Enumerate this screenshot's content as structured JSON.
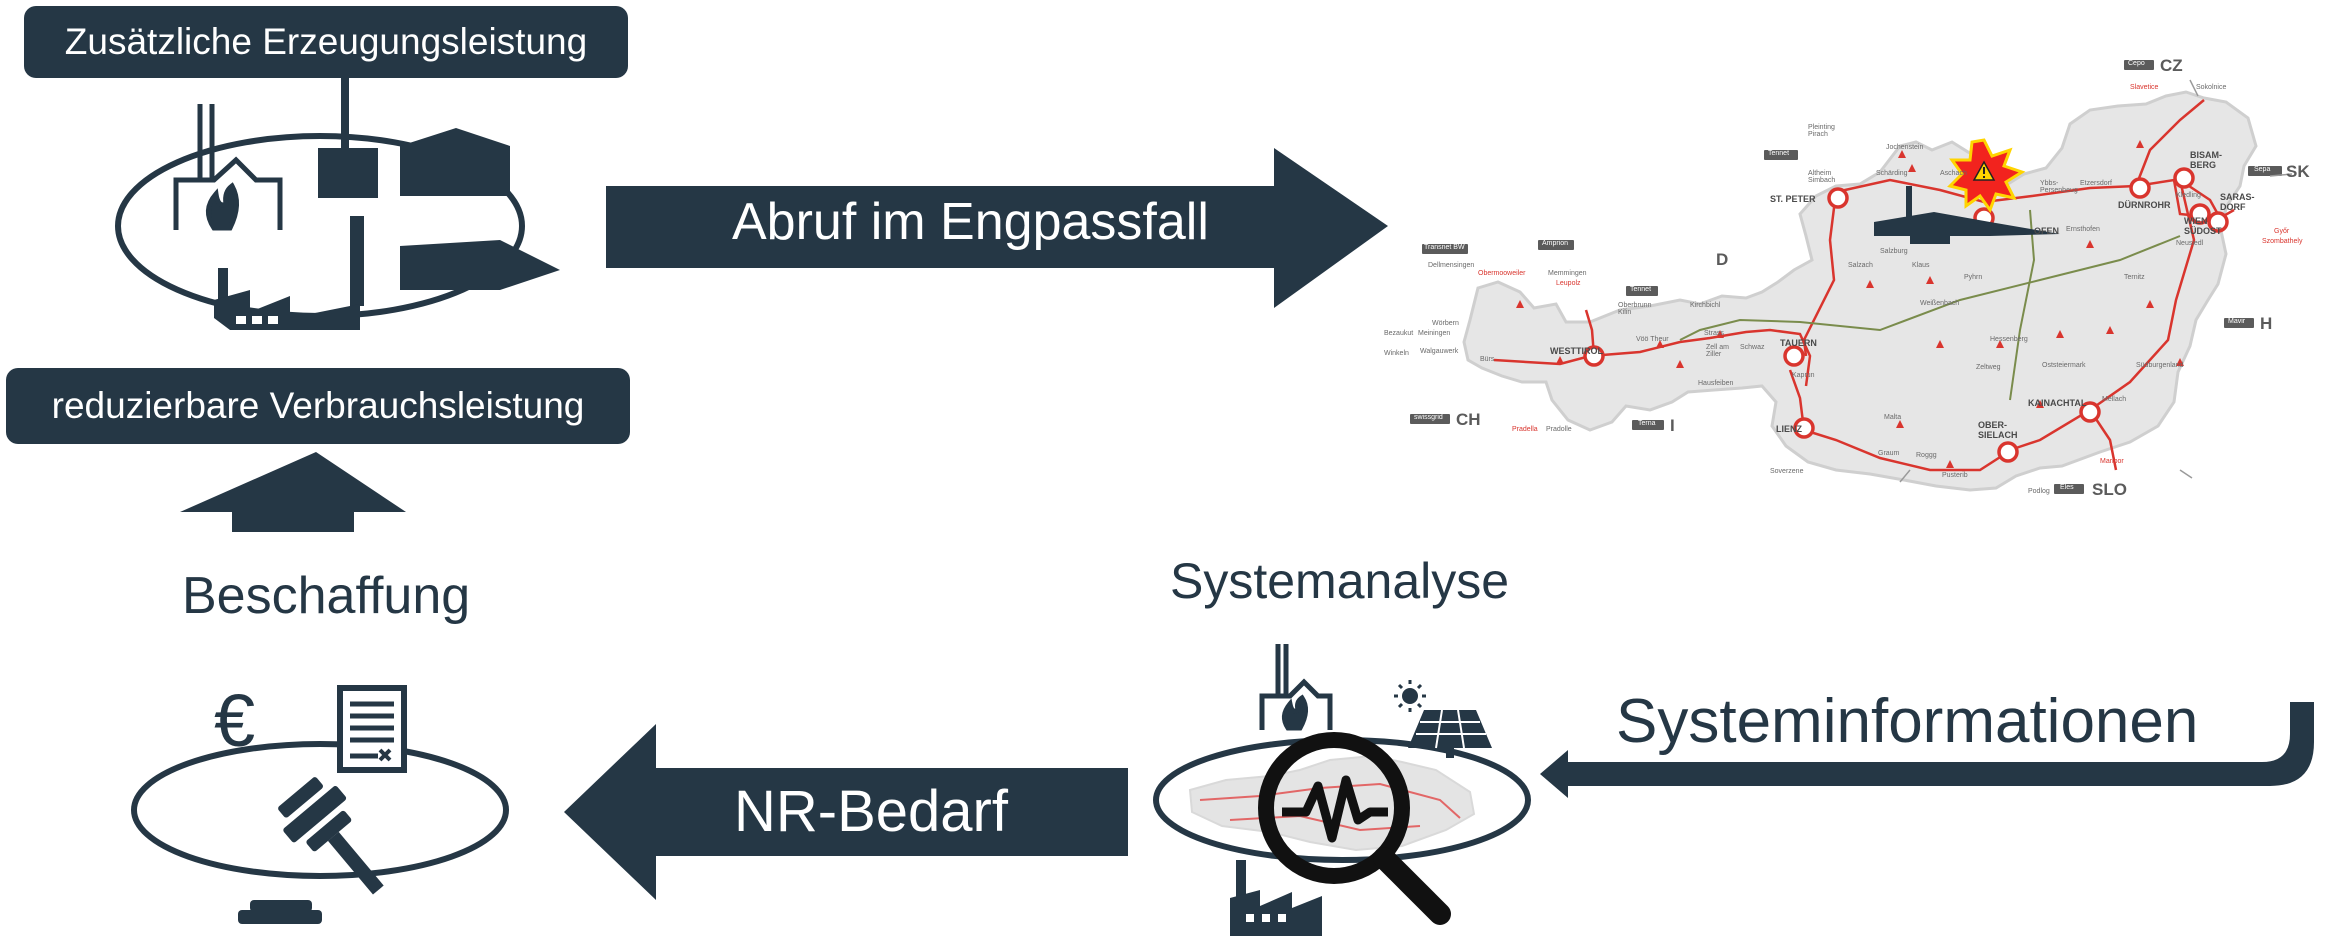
{
  "boxes": {
    "generation": "Zusätzliche Erzeugungsleistung",
    "consumption": "reduzierbare Verbrauchsleistung"
  },
  "arrows": {
    "call_off": "Abruf im Engpassfall",
    "demand": "NR-Bedarf",
    "procurement": "Beschaffung",
    "system_info": "Systeminformationen"
  },
  "analysis": {
    "title": "Systemanalyse"
  },
  "symbols": {
    "euro": "€"
  },
  "map": {
    "countries": [
      {
        "code": "CZ",
        "tag": "Cepo"
      },
      {
        "code": "SK",
        "tag": "Sepa"
      },
      {
        "code": "H",
        "tag": "Mavir"
      },
      {
        "code": "SLO",
        "tag": "Eles"
      },
      {
        "code": "I",
        "tag": "Terna"
      },
      {
        "code": "CH",
        "tag": "swissgrid"
      },
      {
        "code": "D",
        "tag": ""
      }
    ],
    "tags_extra": [
      "Tennet",
      "Transnet BW",
      "Amprion",
      "Tennet"
    ],
    "substations": [
      "ST. PETER",
      "DÜRNROHR",
      "BISAM-BERG",
      "SARAS-DORF",
      "WIEN SÜDOST",
      "WESTTIROL",
      "TAUERN",
      "LIENZ",
      "KAINACHTAL",
      "OBER-SIELACH",
      "OFEN"
    ],
    "places": [
      "Slavetice",
      "Sokolnice",
      "Aschach",
      "Schärding",
      "Altheim Simbach",
      "Pleinting Pirach",
      "Jochenstein",
      "Salzach",
      "Salzburg",
      "Dellmensingen",
      "Obermooweiler",
      "Memmingen",
      "Leupolz",
      "Oberbrunn Kilin",
      "Kirchbichl",
      "Bezaukut",
      "Meiningen",
      "Wörbern",
      "Winkeln",
      "Walgauwerk",
      "Bürs",
      "Pradella",
      "Zell am Ziller",
      "Strass",
      "Schwaz",
      "Hausfeiben",
      "Kaprun",
      "Malta",
      "Graum",
      "Roggg",
      "Pradolle",
      "Soverzene",
      "Podlog",
      "Maribor",
      "Mellach",
      "Zeltweg",
      "Hessenberg",
      "Klaus",
      "Pyhrn",
      "Weißenbach",
      "Ernsthofen",
      "Ybbs-Persenbeug",
      "Etzersdorf",
      "Kledling",
      "Neusiedl",
      "Győr",
      "Szombathely",
      "Ternitz",
      "Südburgenland",
      "Oststeiermark",
      "Pusterib",
      "Vöö Theur"
    ]
  }
}
